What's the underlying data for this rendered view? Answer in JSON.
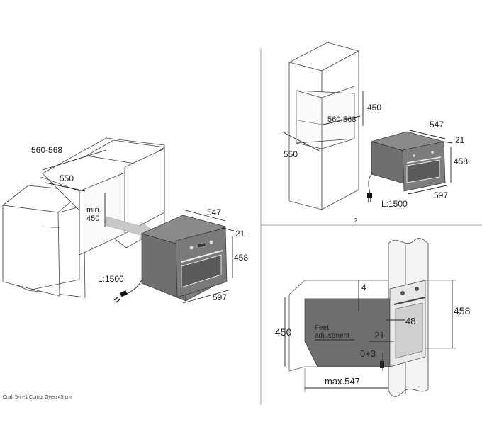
{
  "caption": "Craft 5-in-1 Combi Oven 45 cm",
  "page_number": "2",
  "diagram_left": {
    "cabinet_width": "560-568",
    "cabinet_depth": "550",
    "min_height": "min.\n450",
    "oven_width": "547",
    "oven_depth_front": "21",
    "oven_height": "458",
    "oven_front_width": "597",
    "cable_length": "L:1500"
  },
  "diagram_top_right": {
    "niche_height": "450",
    "niche_width": "560-568",
    "niche_depth": "550",
    "oven_width": "547",
    "oven_depth_front": "21",
    "oven_height": "458",
    "oven_front_width": "597",
    "cable_length": "L:1500"
  },
  "diagram_bottom_right": {
    "top_gap": "4",
    "niche_height": "450",
    "feet_adjustment": "Feet\nadjustment",
    "front_offset": "21",
    "panel_offset": "48",
    "feet_range": "0+3",
    "oven_height": "458",
    "max_depth": "max.547"
  },
  "colors": {
    "oven_body": "#6f6f6f",
    "arrow": "#c8c8c8",
    "line": "#444444"
  }
}
